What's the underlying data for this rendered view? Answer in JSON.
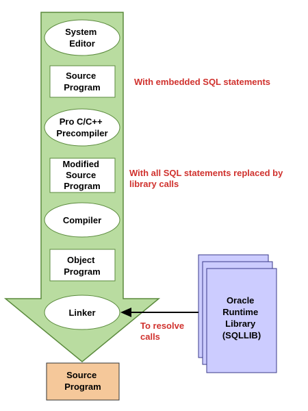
{
  "colors": {
    "arrow_fill": "#b9dca0",
    "arrow_stroke": "#5a8a3c",
    "note_text": "#d0312d",
    "output_fill": "#f5c89a",
    "library_fill": "#ccccff",
    "library_stroke": "#3a3a8a"
  },
  "nodes": {
    "system_editor": [
      "System",
      "Editor"
    ],
    "source_program": [
      "Source",
      "Program"
    ],
    "precompiler": [
      "Pro C/C++",
      "Precompiler"
    ],
    "modified_source": [
      "Modified",
      "Source",
      "Program"
    ],
    "compiler": [
      "Compiler"
    ],
    "object_program": [
      "Object",
      "Program"
    ],
    "linker": [
      "Linker"
    ],
    "output_program": [
      "Source",
      "Program"
    ],
    "runtime_library": [
      "Oracle",
      "Runtime",
      "Library",
      "(SQLLIB)"
    ]
  },
  "notes": {
    "embedded_sql": [
      "With embedded SQL statements"
    ],
    "replaced_sql": [
      "With all SQL statements replaced by",
      "library calls"
    ],
    "resolve_calls": [
      "To resolve",
      "calls"
    ]
  }
}
